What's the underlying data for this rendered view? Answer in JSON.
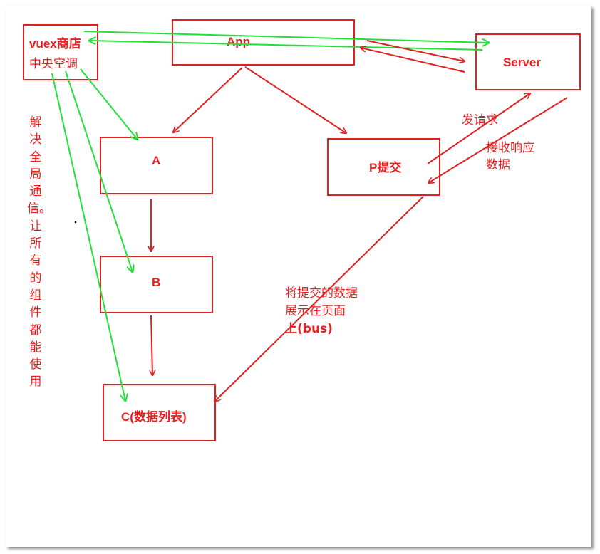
{
  "nodes": {
    "vuex": {
      "line1": "vuex商店",
      "line2": "中央空调"
    },
    "app": {
      "label": "App"
    },
    "server": {
      "label": "Server"
    },
    "a": {
      "label": "A"
    },
    "p": {
      "label": "P提交"
    },
    "b": {
      "label": "B"
    },
    "c": {
      "label": "C(数据列表)"
    }
  },
  "annotations": {
    "send_request": "发请求",
    "receive_response_line1": "接收响应",
    "receive_response_line2": "数据",
    "display_line1": "将提交的数据",
    "display_line2": "展示在页面",
    "display_line3": "上(bus)",
    "vertical_note": "解决全局通信。让所有的组件都能使用"
  },
  "colors": {
    "red": "#e02020",
    "green": "#22e03a"
  }
}
